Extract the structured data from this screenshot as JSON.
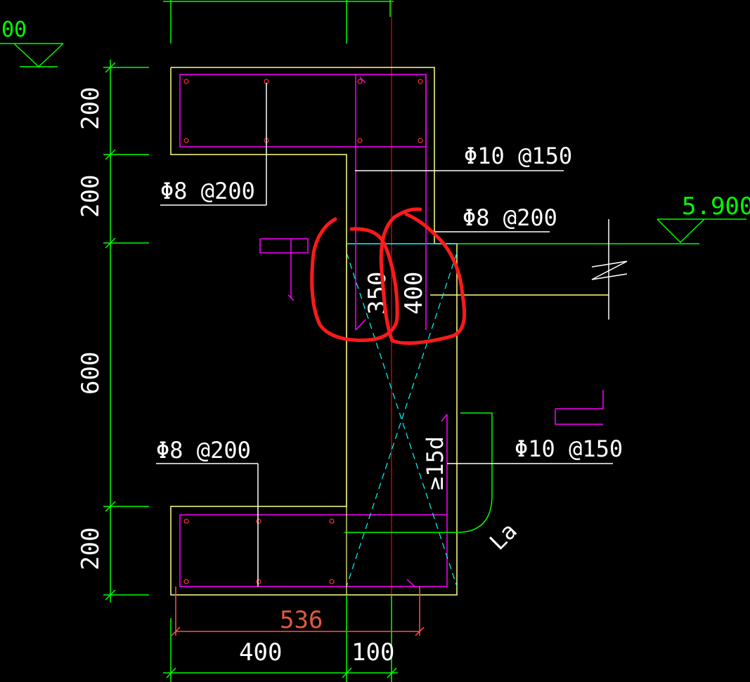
{
  "drawing": {
    "background": "#000000",
    "colors": {
      "dimension": "#00ff00",
      "concrete": "#ffff80",
      "rebar": "#ff00ff",
      "centerline": "#ff0000",
      "hatch": "#00ffff",
      "text": "#ffffff",
      "leader": "#ffffff",
      "markup": "#ff1a1a",
      "total_dim_text": "#e05a3a",
      "elevation_text": "#00ff00"
    },
    "elevation_left": "00",
    "elevation_right": "5.900",
    "vertical_dims": [
      "200",
      "200",
      "600",
      "200"
    ],
    "horizontal_dims": {
      "total": "536",
      "left": "400",
      "right": "100"
    },
    "inner_dims": {
      "d350": "350",
      "d400": "400"
    },
    "rebar_notes": {
      "top_right": "Φ10 @150",
      "top_left": "Φ8 @200",
      "mid_right": "Φ8 @200",
      "bottom_left": "Φ8 @200",
      "bottom_right": "Φ10 @150"
    },
    "anchor_labels": {
      "min_15d": "≥15d",
      "la": "La"
    }
  }
}
